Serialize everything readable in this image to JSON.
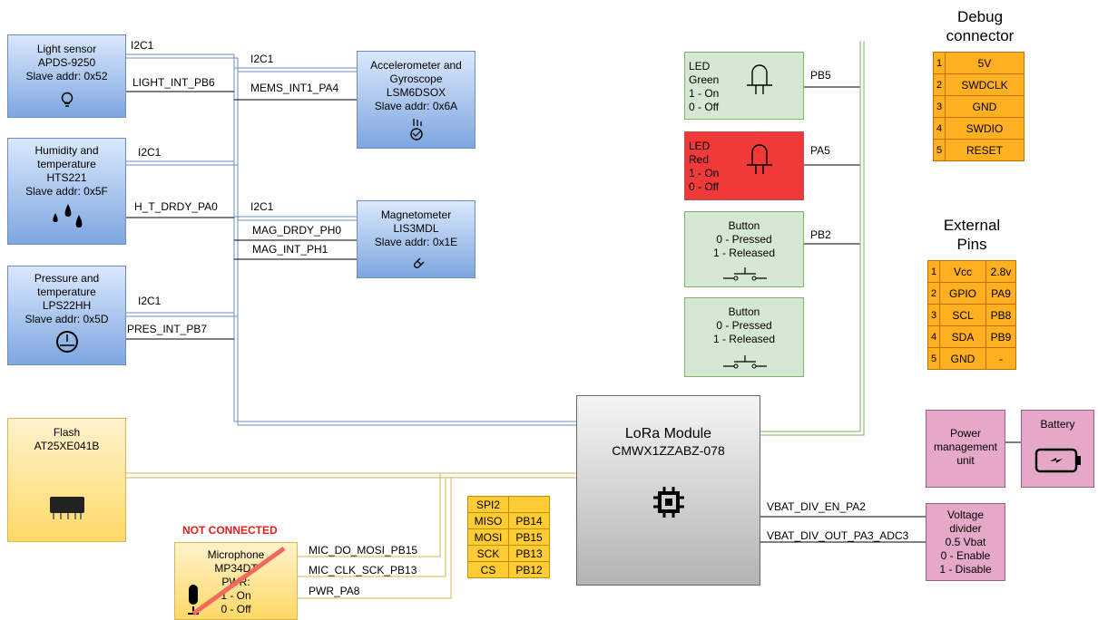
{
  "sensors": {
    "light": [
      "Light sensor",
      "APDS-9250",
      "Slave addr: 0x52"
    ],
    "humidity": [
      "Humidity and",
      "temperature",
      "HTS221",
      "Slave addr: 0x5F"
    ],
    "pressure": [
      "Pressure and",
      "temperature",
      "LPS22HH",
      "Slave addr: 0x5D"
    ],
    "accel": [
      "Accelerometer and",
      "Gyroscope",
      "LSM6DSOX",
      "Slave addr: 0x6A"
    ],
    "magneto": [
      "Magnetometer",
      "LIS3MDL",
      "Slave addr: 0x1E"
    ],
    "flash": [
      "Flash",
      "AT25XE041B"
    ],
    "mic": [
      "Microphone",
      "MP34DT",
      "PWR:",
      "1 - On",
      "0 - Off"
    ]
  },
  "wire_labels": {
    "i2c1_light": "I2C1",
    "light_int": "LIGHT_INT_PB6",
    "i2c1_accel": "I2C1",
    "mems_int": "MEMS_INT1_PA4",
    "i2c1_hum": "I2C1",
    "ht_drdy": "H_T_DRDY_PA0",
    "i2c1_mag": "I2C1",
    "mag_drdy": "MAG_DRDY_PH0",
    "mag_int": "MAG_INT_PH1",
    "i2c1_press": "I2C1",
    "pres_int": "PRES_INT_PB7",
    "mic_do": "MIC_DO_MOSI_PB15",
    "mic_clk": "MIC_CLK_SCK_PB13",
    "pwr": "PWR_PA8",
    "vbat_en": "VBAT_DIV_EN_PA2",
    "vbat_out": "VBAT_DIV_OUT_PA3_ADC3",
    "pb5": "PB5",
    "pa5": "PA5",
    "pb2": "PB2"
  },
  "not_connected": "NOT CONNECTED",
  "leds": {
    "green": [
      "LED",
      "Green",
      "1 - On",
      "0 - Off"
    ],
    "red": [
      "LED",
      "Red",
      "1 - On",
      "0 - Off"
    ]
  },
  "buttons": {
    "b1": [
      "Button",
      "0 - Pressed",
      "1 - Released"
    ],
    "b2": [
      "Button",
      "0 - Pressed",
      "1 - Released"
    ]
  },
  "lora": [
    "LoRa Module",
    "CMWX1ZZABZ-078"
  ],
  "power": [
    "Power",
    "management",
    "unit"
  ],
  "battery": "Battery",
  "divider": [
    "Voltage",
    "divider",
    "0.5 Vbat",
    "0 - Enable",
    "1 - Disable"
  ],
  "debug": {
    "title": [
      "Debug",
      "connector"
    ],
    "rows": [
      [
        "1",
        "5V"
      ],
      [
        "2",
        "SWDCLK"
      ],
      [
        "3",
        "GND"
      ],
      [
        "4",
        "SWDIO"
      ],
      [
        "5",
        "RESET"
      ]
    ]
  },
  "external": {
    "title": [
      "External",
      "Pins"
    ],
    "rows": [
      [
        "1",
        "Vcc",
        "2.8v"
      ],
      [
        "2",
        "GPIO",
        "PA9"
      ],
      [
        "3",
        "SCL",
        "PB8"
      ],
      [
        "4",
        "SDA",
        "PB9"
      ],
      [
        "5",
        "GND",
        "-"
      ]
    ]
  },
  "spi": {
    "rows": [
      [
        "SPI2",
        ""
      ],
      [
        "MISO",
        "PB14"
      ],
      [
        "MOSI",
        "PB15"
      ],
      [
        "SCK",
        "PB13"
      ],
      [
        "CS",
        "PB12"
      ]
    ]
  },
  "colors": {
    "blue_box": "#7ea6e0",
    "green_box": "#d5e8d4",
    "red_box": "#f03a3a",
    "yellow_box": "#ffd966",
    "pink_box": "#e6a8c8",
    "orange_table": "#ffb020",
    "bus_blue": "#6c8ebf",
    "bus_yellow": "#d6b656",
    "bus_green": "#82b366",
    "nc_red": "#e0201b"
  }
}
